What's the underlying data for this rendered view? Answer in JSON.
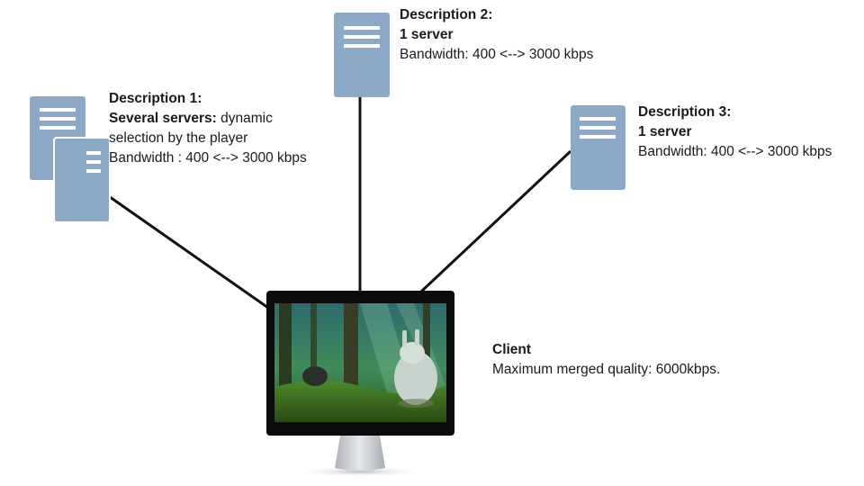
{
  "colors": {
    "server_fill": "#8ea9c8",
    "server_slot": "#ffffff",
    "connector": "#111111",
    "monitor_bezel": "#0b0b0b",
    "stand": "#c9ccd0"
  },
  "description_1": {
    "title": "Description 1:",
    "servers_label": "Several servers:",
    "servers_text_1": "dynamic",
    "servers_text_2": "selection by the player",
    "bandwidth": "Bandwidth : 400 <--> 3000 kbps",
    "icon": "stacked-server-icon"
  },
  "description_2": {
    "title": "Description 2:",
    "servers_label": "1 server",
    "bandwidth": "Bandwidth: 400 <--> 3000 kbps",
    "icon": "server-icon"
  },
  "description_3": {
    "title": "Description 3:",
    "servers_label": "1 server",
    "bandwidth": "Bandwidth: 400 <--> 3000 kbps",
    "icon": "server-icon"
  },
  "client": {
    "title": "Client",
    "quality": "Maximum merged quality: 6000kbps.",
    "icon": "monitor-icon"
  }
}
